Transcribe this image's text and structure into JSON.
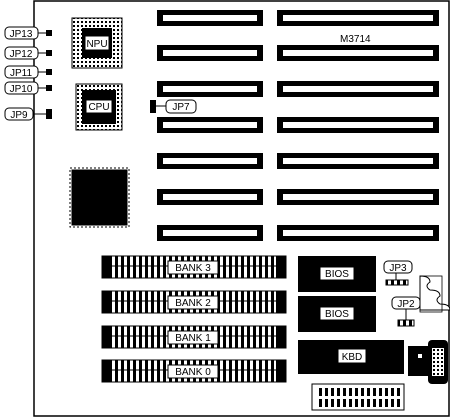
{
  "board": {
    "model": "M3714",
    "npu_label": "NPU",
    "cpu_label": "CPU",
    "bios_labels": [
      "BIOS",
      "BIOS"
    ],
    "kbd_label": "KBD",
    "banks": [
      "BANK 3",
      "BANK 2",
      "BANK 1",
      "BANK 0"
    ],
    "jumpers": {
      "jp13": "JP13",
      "jp12": "JP12",
      "jp11": "JP11",
      "jp10": "JP10",
      "jp9": "JP9",
      "jp7": "JP7",
      "jp3": "JP3",
      "jp2": "JP2"
    }
  }
}
